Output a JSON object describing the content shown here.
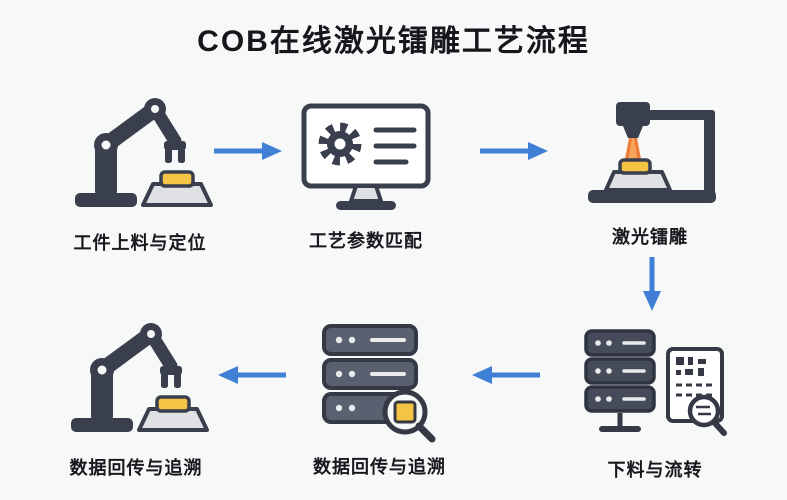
{
  "title": "COB在线激光镭雕工艺流程",
  "stations": {
    "loading": {
      "label": "工件上料与定位",
      "icon": "robot-arm-icon"
    },
    "parameters": {
      "label": "工艺参数匹配",
      "icon": "monitor-gear-icon"
    },
    "laser": {
      "label": "激光镭雕",
      "icon": "laser-marking-icon"
    },
    "unloading": {
      "label": "下料与流转",
      "icon": "server-document-icon"
    },
    "data_return_mid": {
      "label": "数据回传与追溯",
      "icon": "server-magnifier-icon"
    },
    "data_return_left": {
      "label": "数据回传与追溯",
      "icon": "robot-arm-icon"
    }
  },
  "flow_arrows": [
    {
      "from": "loading",
      "to": "parameters",
      "direction": "right"
    },
    {
      "from": "parameters",
      "to": "laser",
      "direction": "right"
    },
    {
      "from": "laser",
      "to": "unloading",
      "direction": "down"
    },
    {
      "from": "unloading",
      "to": "data_return_mid",
      "direction": "left"
    },
    {
      "from": "data_return_mid",
      "to": "data_return_left",
      "direction": "left"
    }
  ],
  "colors": {
    "background": "#f7f8f8",
    "arrow_blue": "#3f7fd6",
    "icon_outline": "#343945",
    "icon_fill_dark": "#3a3f4d",
    "icon_fill_light": "#dfe1e4",
    "accent_yellow": "#f6c445",
    "laser_orange": "#ef7d3a",
    "text": "#15171c"
  }
}
